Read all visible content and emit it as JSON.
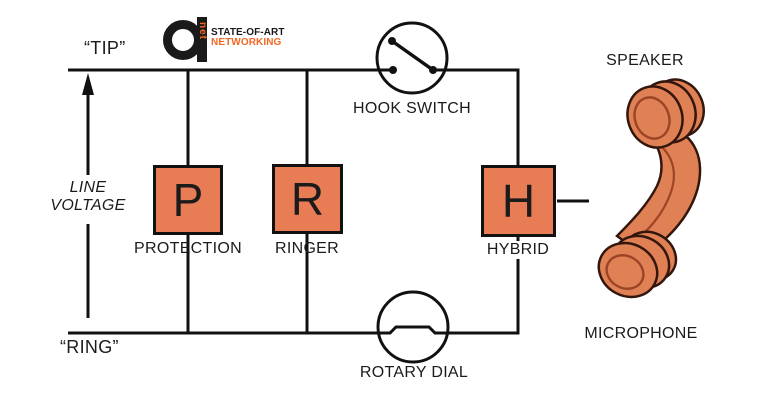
{
  "colors": {
    "background": "#FFFFFF",
    "wire": "#111111",
    "text": "#1B1B1B",
    "box_fill": "#E87C54",
    "logo_orange": "#F26822",
    "handset_fill": "#E08055",
    "handset_outline": "#33160C",
    "handset_detail": "#9C4426"
  },
  "logo": {
    "mark_letter": "a",
    "mark_word": "net",
    "tagline_line1": "STATE-OF-ART",
    "tagline_line2": "NETWORKING"
  },
  "wires": {
    "tip_label": "“TIP”",
    "ring_label": "“RING”",
    "line_voltage_word1": "LINE",
    "line_voltage_word2": "VOLTAGE"
  },
  "components": {
    "protection": {
      "letter": "P",
      "label": "PROTECTION"
    },
    "ringer": {
      "letter": "R",
      "label": "RINGER"
    },
    "hybrid": {
      "letter": "H",
      "label": "HYBRID"
    },
    "hook_switch": {
      "label": "HOOK SWITCH"
    },
    "rotary_dial": {
      "label": "ROTARY DIAL"
    }
  },
  "handset": {
    "speaker_label": "SPEAKER",
    "microphone_label": "MICROPHONE"
  }
}
